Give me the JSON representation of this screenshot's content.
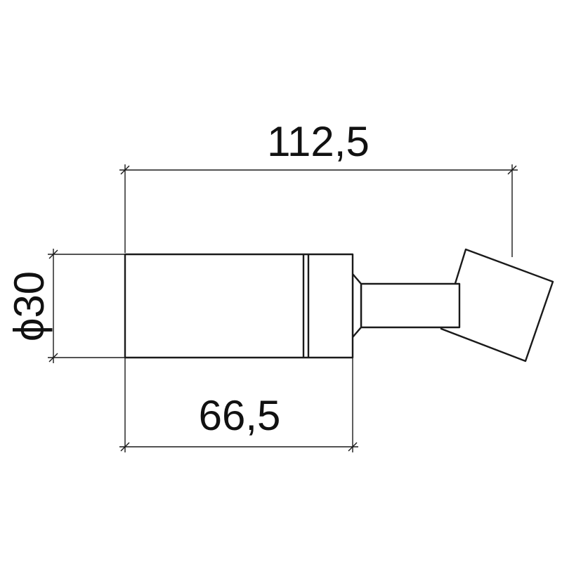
{
  "dimensions": {
    "overall_length": "112,5",
    "body_length": "66,5",
    "diameter": "ϕ30"
  },
  "colors": {
    "line": "#1a1a1a",
    "text": "#111111",
    "background": "#ffffff"
  }
}
